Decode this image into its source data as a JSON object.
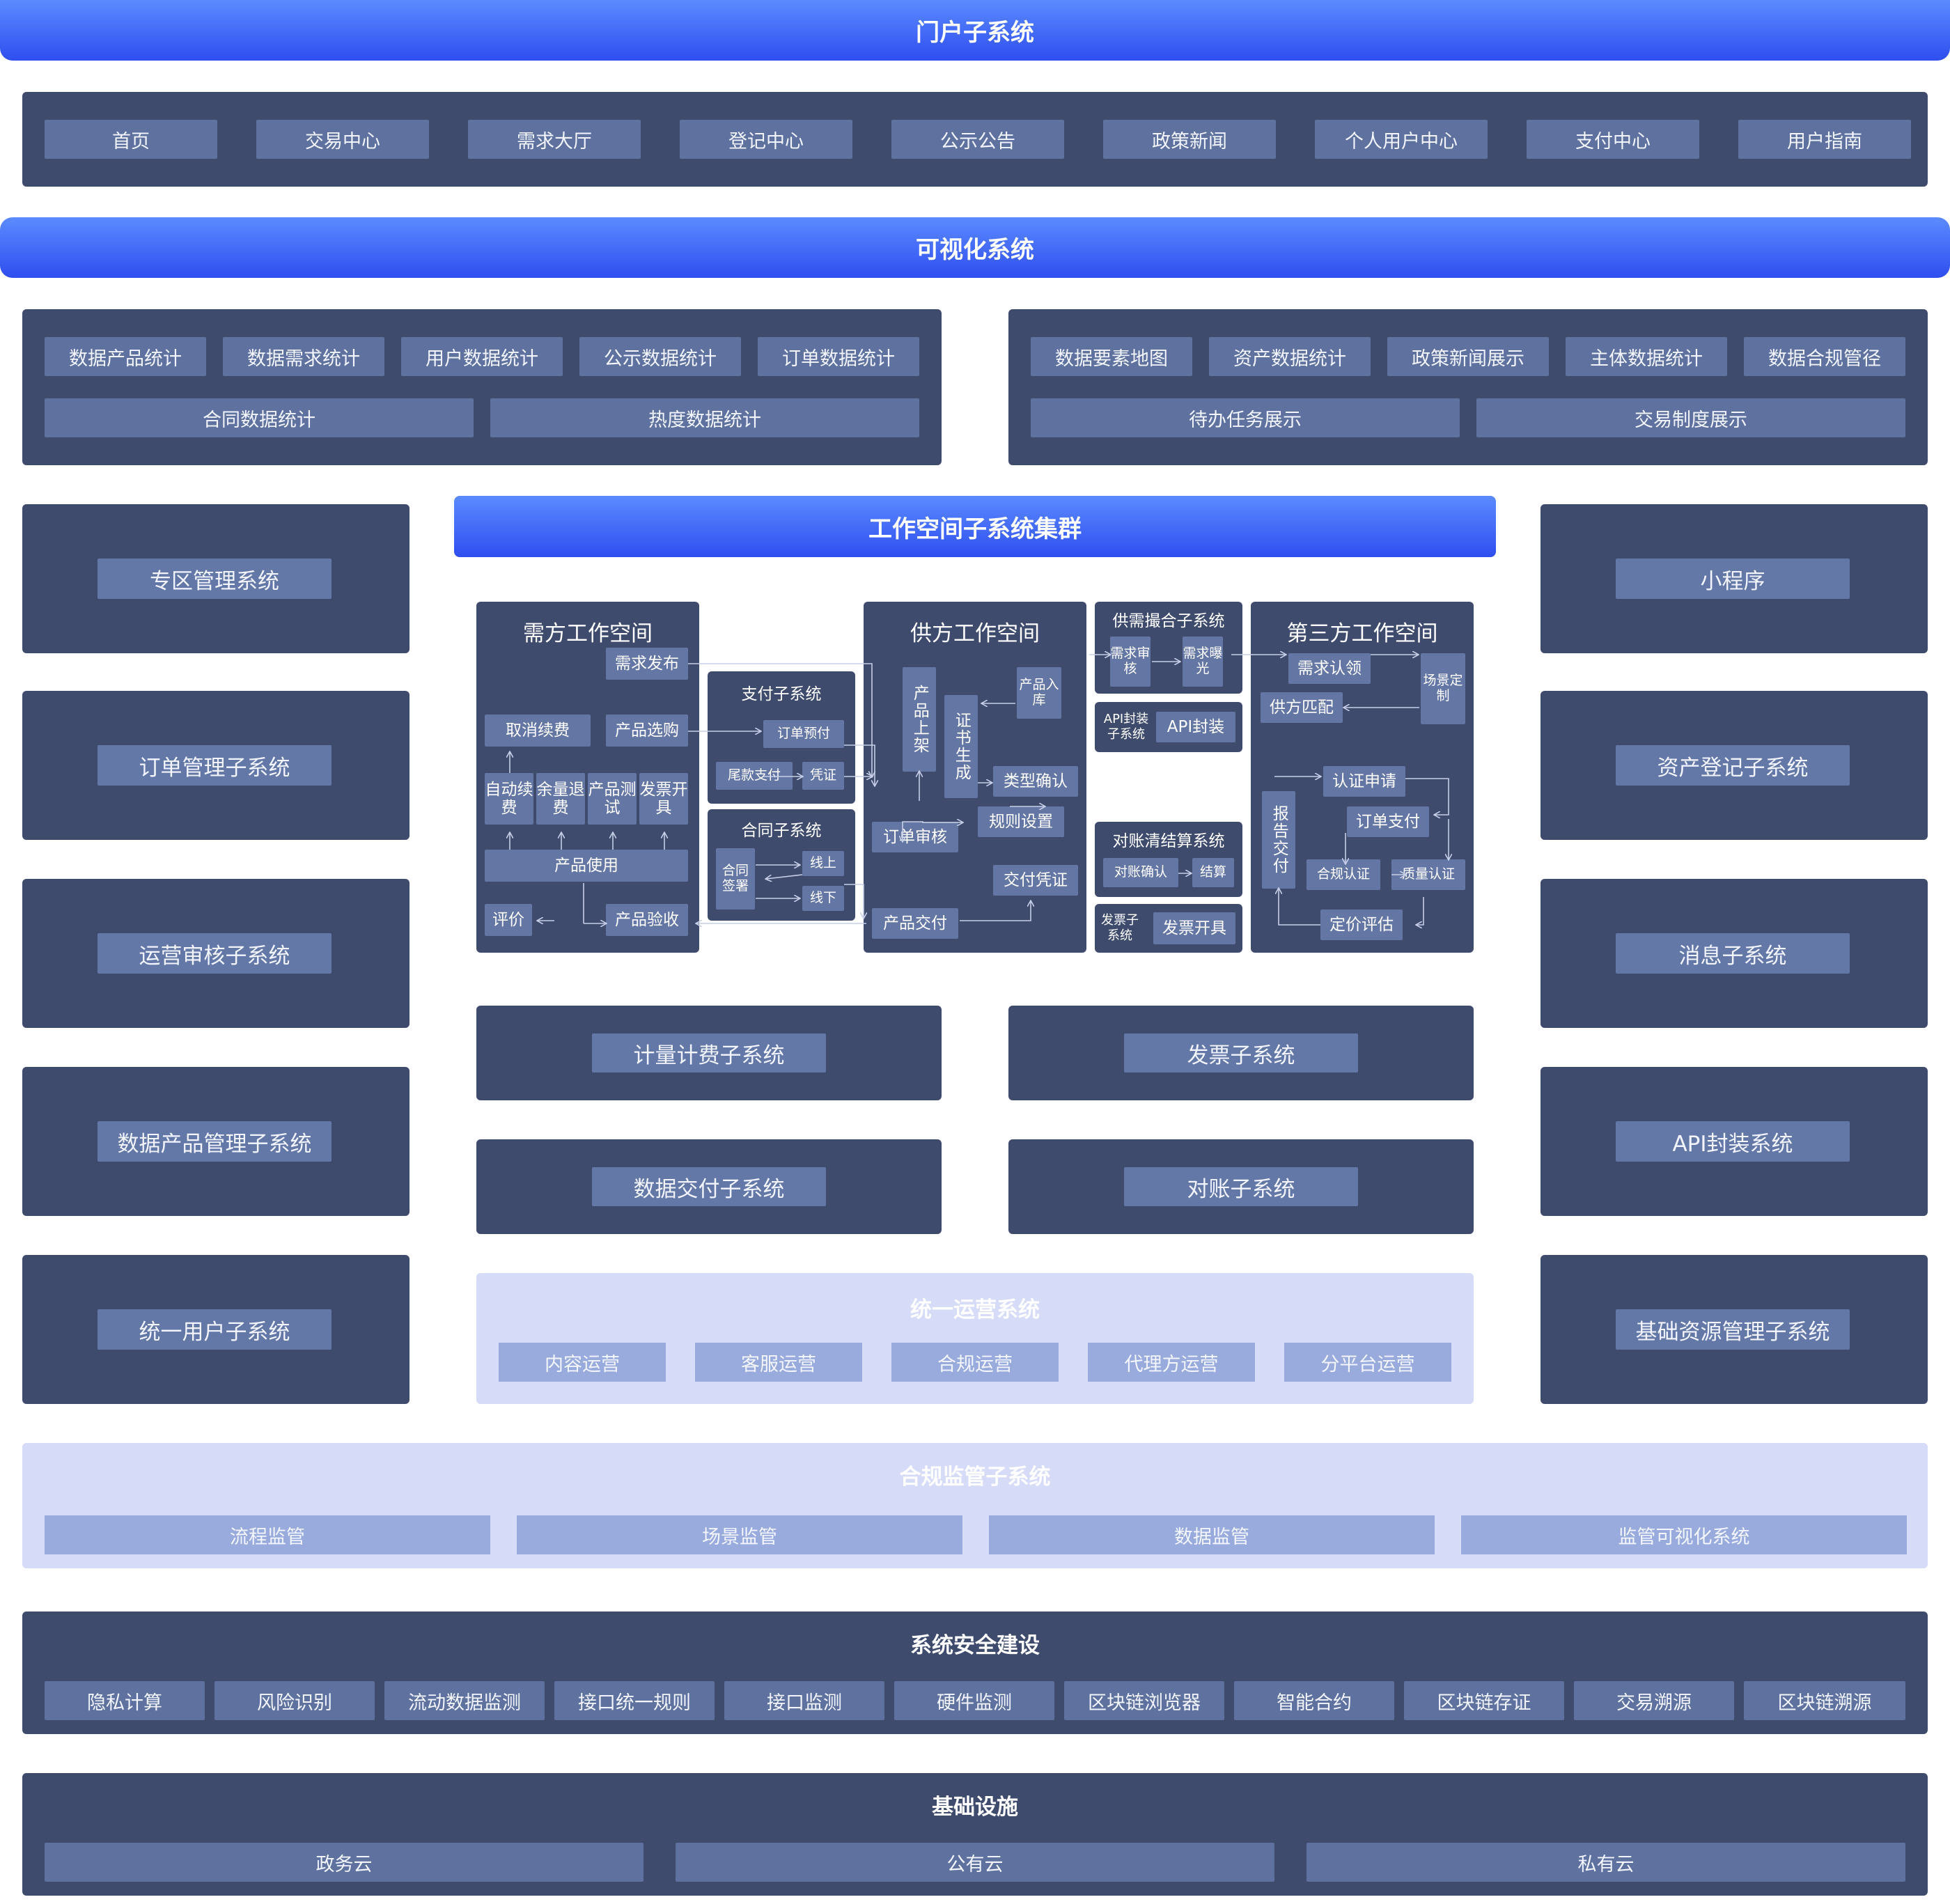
{
  "portal": {
    "title": "门户子系统",
    "items": [
      "首页",
      "交易中心",
      "需求大厅",
      "登记中心",
      "公示公告",
      "政策新闻",
      "个人用户中心",
      "支付中心",
      "用户指南"
    ]
  },
  "visual": {
    "title": "可视化系统",
    "left_row1": [
      "数据产品统计",
      "数据需求统计",
      "用户数据统计",
      "公示数据统计",
      "订单数据统计"
    ],
    "left_row2": [
      "合同数据统计",
      "热度数据统计"
    ],
    "right_row1": [
      "数据要素地图",
      "资产数据统计",
      "政策新闻展示",
      "主体数据统计",
      "数据合规管径"
    ],
    "right_row2": [
      "待办任务展示",
      "交易制度展示"
    ]
  },
  "left_column": [
    "专区管理系统",
    "订单管理子系统",
    "运营审核子系统",
    "数据产品管理子系统",
    "统一用户子系统"
  ],
  "right_column": [
    "小程序",
    "资产登记子系统",
    "消息子系统",
    "API封装系统",
    "基础资源管理子系统"
  ],
  "workspace": {
    "title": "工作空间子系统集群",
    "demand": {
      "title": "需方工作空间",
      "publish": "需求发布",
      "cancel": "取消续费",
      "select": "产品选购",
      "auto_renew": "自动续费",
      "refund": "余量退费",
      "test": "产品测试",
      "invoice": "发票开具",
      "use": "产品使用",
      "review": "评价",
      "accept": "产品验收"
    },
    "payment": {
      "title": "支付子系统",
      "prepay": "订单预付",
      "final": "尾款支付",
      "voucher": "凭证"
    },
    "contract": {
      "title": "合同子系统",
      "sign": "合同签署",
      "online": "线上",
      "offline": "线下"
    },
    "supply": {
      "title": "供方工作空间",
      "listing": "产品上架",
      "storage": "产品入库",
      "cert": "证书生成",
      "type_confirm": "类型确认",
      "rule": "规则设置",
      "order_review": "订单审核",
      "delivery_voucher": "交付凭证",
      "delivery": "产品交付"
    },
    "match": {
      "title": "供需撮合子系统",
      "review": "需求审核",
      "expose": "需求曝光"
    },
    "api": {
      "title": "API封装子系统",
      "wrap": "API封装"
    },
    "recon": {
      "title": "对账清结算系统",
      "confirm": "对账确认",
      "settle": "结算"
    },
    "invoice": {
      "title": "发票子系统",
      "issue": "发票开具"
    },
    "third": {
      "title": "第三方工作空间",
      "claim": "需求认领",
      "custom": "场景定制",
      "match": "供方匹配",
      "report": "报告交付",
      "apply": "认证申请",
      "pay": "订单支付",
      "compliance": "合规认证",
      "quality": "质量认证",
      "pricing": "定价评估"
    }
  },
  "center_blocks": [
    "计量计费子系统",
    "发票子系统",
    "数据交付子系统",
    "对账子系统"
  ],
  "operations": {
    "title": "统一运营系统",
    "items": [
      "内容运营",
      "客服运营",
      "合规运营",
      "代理方运营",
      "分平台运营"
    ]
  },
  "compliance": {
    "title": "合规监管子系统",
    "items": [
      "流程监管",
      "场景监管",
      "数据监管",
      "监管可视化系统"
    ]
  },
  "security": {
    "title": "系统安全建设",
    "items": [
      "隐私计算",
      "风险识别",
      "流动数据监测",
      "接口统一规则",
      "接口监测",
      "硬件监测",
      "区块链浏览器",
      "智能合约",
      "区块链存证",
      "交易溯源",
      "区块链溯源"
    ]
  },
  "infrastructure": {
    "title": "基础设施",
    "items": [
      "政务云",
      "公有云",
      "私有云"
    ]
  },
  "colors": {
    "banner_top": "#5b8bff",
    "banner_bottom": "#2f4ef0",
    "panel": "#3e4b6d",
    "chip": "#5f729f",
    "lavender_panel": "#d6dbf7",
    "lavender_chip": "#98abdc"
  }
}
